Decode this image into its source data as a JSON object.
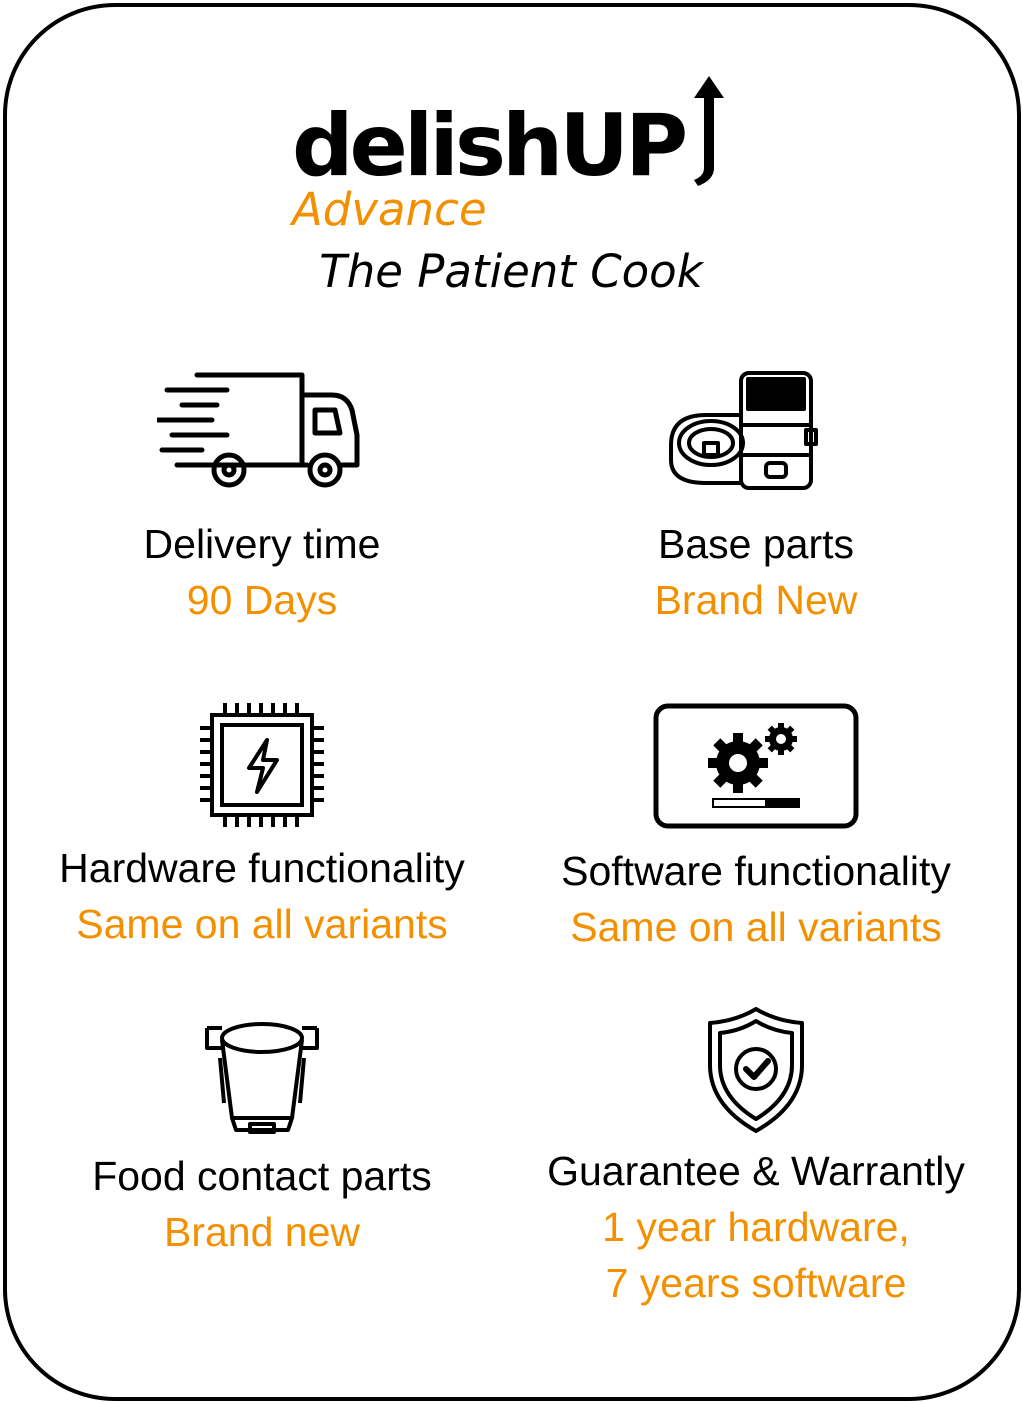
{
  "brand": {
    "name": "delishUP",
    "edition": "Advance",
    "tagline": "The Patient Cook",
    "accent_color": "#f39000"
  },
  "features": [
    {
      "icon": "delivery-truck-icon",
      "label": "Delivery time",
      "value": "90 Days"
    },
    {
      "icon": "kitchen-appliance-icon",
      "label": "Base parts",
      "value": "Brand New"
    },
    {
      "icon": "processor-chip-icon",
      "label": "Hardware functionality",
      "value": "Same on all variants"
    },
    {
      "icon": "software-gears-icon",
      "label": "Software functionality",
      "value": "Same on all variants"
    },
    {
      "icon": "cooking-jar-icon",
      "label": "Food contact parts",
      "value": "Brand new"
    },
    {
      "icon": "shield-check-icon",
      "label": "Guarantee & Warrantly",
      "value": "1 year hardware,",
      "value2": "7 years software"
    }
  ]
}
